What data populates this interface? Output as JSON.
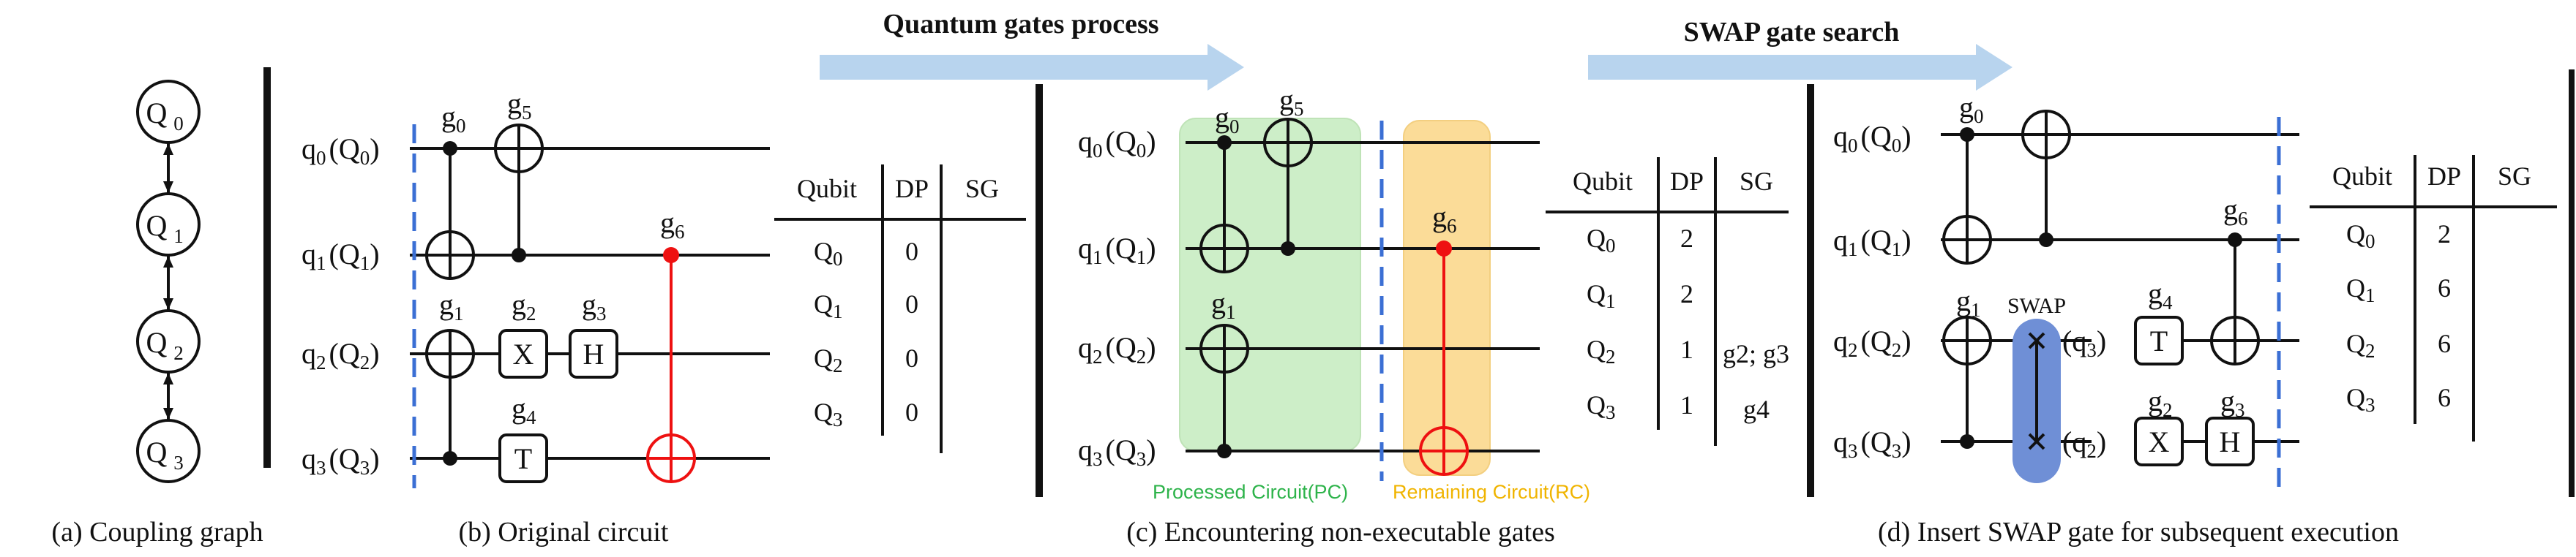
{
  "headers": {
    "quantum_gates_process": "Quantum gates process",
    "swap_gate_search": "SWAP gate search"
  },
  "captions": {
    "a": "(a) Coupling graph",
    "b": "(b) Original circuit",
    "c": "(c) Encountering non-executable gates",
    "d": "(d) Insert SWAP gate for subsequent execution"
  },
  "coupling_nodes": [
    {
      "main": "Q",
      "sub": "0"
    },
    {
      "main": "Q",
      "sub": "1"
    },
    {
      "main": "Q",
      "sub": "2"
    },
    {
      "main": "Q",
      "sub": "3"
    }
  ],
  "qubit_labels": [
    {
      "l": "q",
      "ls": "0",
      "p": "Q",
      "ps": "0"
    },
    {
      "l": "q",
      "ls": "1",
      "p": "Q",
      "ps": "1"
    },
    {
      "l": "q",
      "ls": "2",
      "p": "Q",
      "ps": "2"
    },
    {
      "l": "q",
      "ls": "3",
      "p": "Q",
      "ps": "3"
    }
  ],
  "gate_labels": {
    "g0": {
      "m": "g",
      "s": "0"
    },
    "g1": {
      "m": "g",
      "s": "1"
    },
    "g2": {
      "m": "g",
      "s": "2"
    },
    "g3": {
      "m": "g",
      "s": "3"
    },
    "g4": {
      "m": "g",
      "s": "4"
    },
    "g5": {
      "m": "g",
      "s": "5"
    },
    "g6": {
      "m": "g",
      "s": "6"
    }
  },
  "gate_symbols": {
    "x": "X",
    "h": "H",
    "t": "T",
    "swap": "SWAP"
  },
  "regions": {
    "pc": "Processed Circuit(PC)",
    "rc": "Remaining Circuit(RC)"
  },
  "swap_out_labels": [
    {
      "m": "(q",
      "s": "3",
      "e": ")"
    },
    {
      "m": "(q",
      "s": "2",
      "e": ")"
    }
  ],
  "tables": {
    "headers": [
      "Qubit",
      "DP",
      "SG"
    ],
    "b": {
      "rows": [
        {
          "q": "Q",
          "qs": "0",
          "dp": "0",
          "sg": ""
        },
        {
          "q": "Q",
          "qs": "1",
          "dp": "0",
          "sg": ""
        },
        {
          "q": "Q",
          "qs": "2",
          "dp": "0",
          "sg": ""
        },
        {
          "q": "Q",
          "qs": "3",
          "dp": "0",
          "sg": ""
        }
      ]
    },
    "c": {
      "rows": [
        {
          "q": "Q",
          "qs": "0",
          "dp": "2",
          "sg": ""
        },
        {
          "q": "Q",
          "qs": "1",
          "dp": "2",
          "sg": ""
        },
        {
          "q": "Q",
          "qs": "2",
          "dp": "1",
          "sg": "g2; g3"
        },
        {
          "q": "Q",
          "qs": "3",
          "dp": "1",
          "sg": "g4"
        }
      ]
    },
    "d": {
      "rows": [
        {
          "q": "Q",
          "qs": "0",
          "dp": "2",
          "sg": ""
        },
        {
          "q": "Q",
          "qs": "1",
          "dp": "6",
          "sg": ""
        },
        {
          "q": "Q",
          "qs": "2",
          "dp": "6",
          "sg": ""
        },
        {
          "q": "Q",
          "qs": "3",
          "dp": "6",
          "sg": ""
        }
      ]
    }
  },
  "colors": {
    "arrow": "#b8d4ee",
    "pc_fill": "#cdeec8",
    "rc_fill": "#fbdc98",
    "pc_text": "#2db34a",
    "rc_text": "#f0b400",
    "red": "#ee1111",
    "swap_fill": "#6f8fd6",
    "dash": "#3b6fd4"
  }
}
